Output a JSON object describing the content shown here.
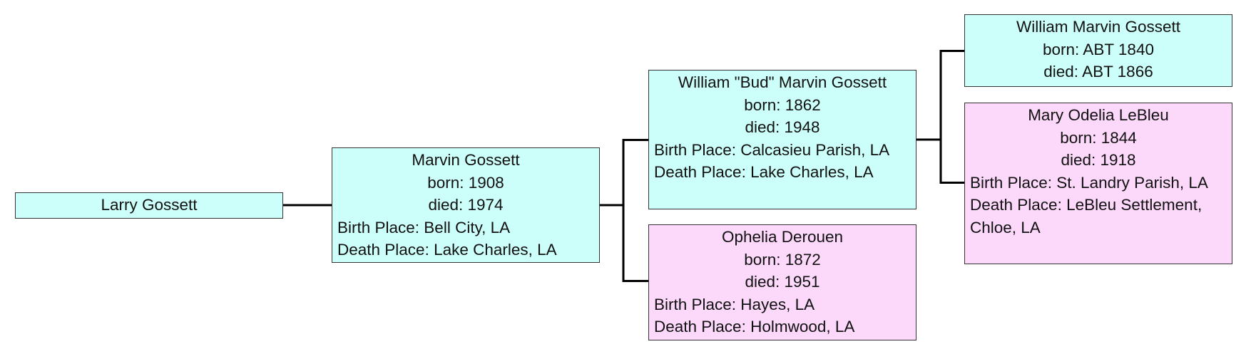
{
  "colors": {
    "male_fill": "#ccfffa",
    "female_fill": "#fcd8fa",
    "border": "#333333",
    "connector": "#000000"
  },
  "people": {
    "larry": {
      "name": "Larry Gossett"
    },
    "marvin": {
      "name": "Marvin Gossett",
      "born": "born: 1908",
      "died": "died: 1974",
      "birth_place": "Birth Place: Bell City, LA",
      "death_place": "Death Place: Lake Charles, LA"
    },
    "william_bud": {
      "name": "William \"Bud\" Marvin Gossett",
      "born": "born: 1862",
      "died": "died: 1948",
      "birth_place": "Birth Place: Calcasieu Parish, LA",
      "death_place": "Death Place: Lake Charles, LA"
    },
    "ophelia": {
      "name": "Ophelia Derouen",
      "born": "born: 1872",
      "died": "died: 1951",
      "birth_place": "Birth Place: Hayes, LA",
      "death_place": "Death Place: Holmwood, LA"
    },
    "william_marvin": {
      "name": "William Marvin Gossett",
      "born": "born: ABT 1840",
      "died": "died: ABT 1866"
    },
    "mary_odelia": {
      "name": "Mary Odelia LeBleu",
      "born": "born: 1844",
      "died": "died: 1918",
      "birth_place": "Birth Place: St. Landry Parish, LA",
      "death_place": "Death Place: LeBleu Settlement, Chloe, LA"
    }
  }
}
